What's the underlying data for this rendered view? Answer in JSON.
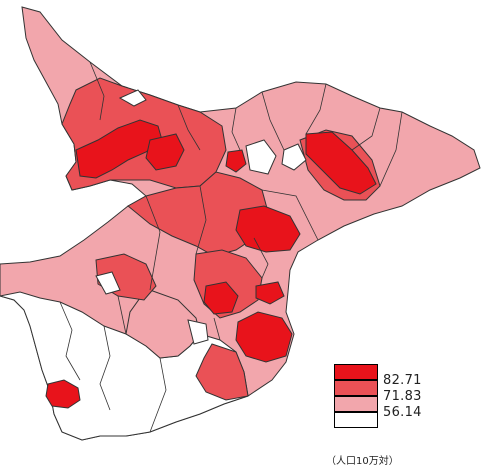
{
  "map": {
    "colors": {
      "sea": "#ffffff",
      "border": "#333333",
      "class_top": "#e8131b",
      "class_high": "#ea5156",
      "class_mid": "#f2a6ac",
      "class_low": "#ffffff"
    }
  },
  "legend": {
    "items": [
      {
        "color": "#e8131b",
        "label": ""
      },
      {
        "color": "#ea5156",
        "label": "82.71"
      },
      {
        "color": "#f2a6ac",
        "label": "71.83"
      },
      {
        "color": "#ffffff",
        "label": "56.14"
      }
    ],
    "unit_note": "（人口10万対）"
  }
}
